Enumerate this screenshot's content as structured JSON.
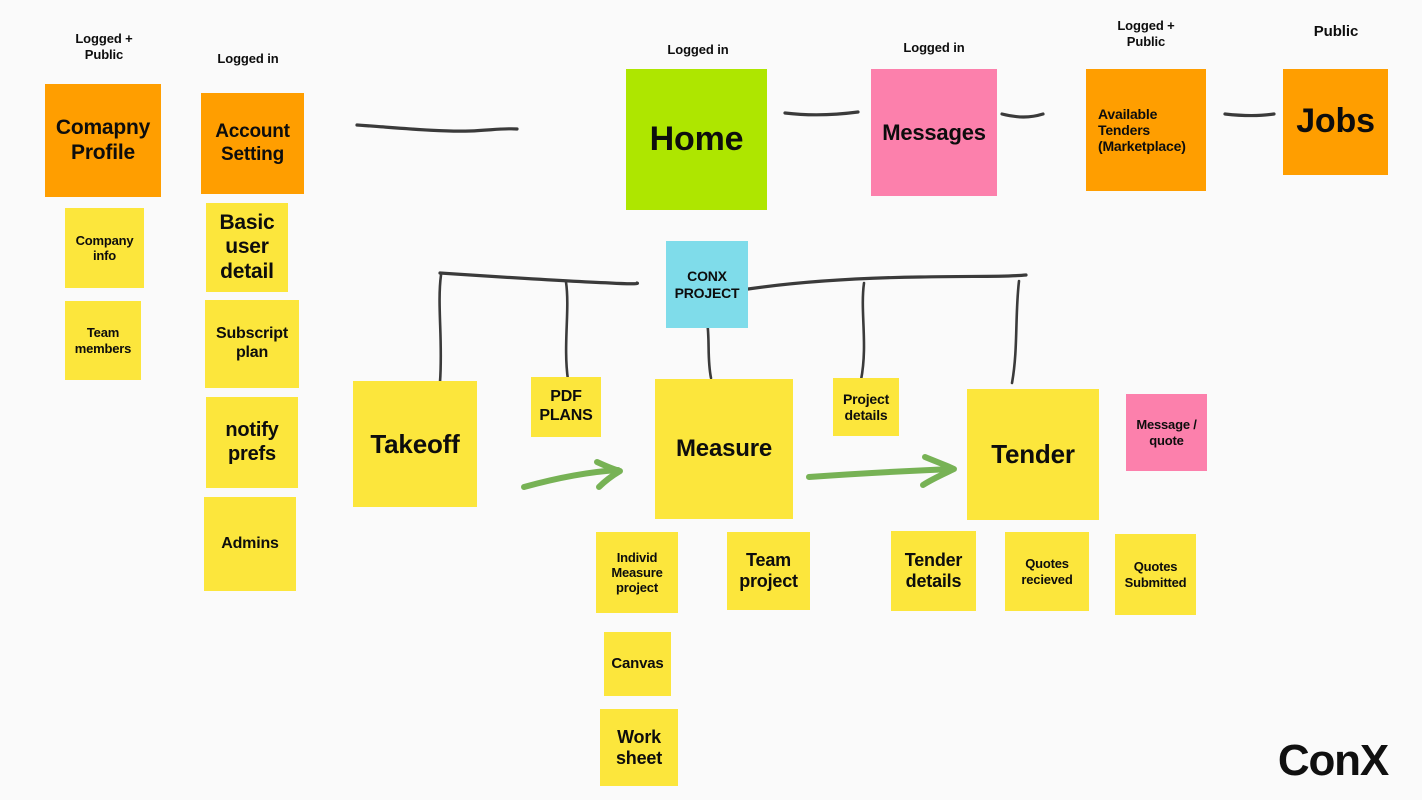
{
  "board": {
    "background": "#fafafa",
    "logo": "ConX"
  },
  "palette": {
    "orange": "#ff9e00",
    "yellow": "#fce63c",
    "green": "#aee600",
    "pink": "#fc80ac",
    "cyan": "#7fdcea",
    "ink": "#3a3a3a",
    "arrow_green": "#77b255",
    "text": "#0d0d0d"
  },
  "column_labels": [
    {
      "name": "label-logged-public-left",
      "text": "Logged +\nPublic",
      "size": "small"
    },
    {
      "name": "label-logged-in-account",
      "text": "Logged in",
      "size": "small"
    },
    {
      "name": "label-logged-in-home",
      "text": "Logged in",
      "size": "small"
    },
    {
      "name": "label-logged-in-messages",
      "text": "Logged in",
      "size": "small"
    },
    {
      "name": "label-logged-public-tenders",
      "text": "Logged +\nPublic",
      "size": "small"
    },
    {
      "name": "label-public-jobs",
      "text": "Public",
      "size": "big"
    }
  ],
  "notes": [
    {
      "name": "note-company-profile",
      "text": "Comapny\nProfile",
      "color": "orange",
      "size": 21
    },
    {
      "name": "note-company-info",
      "text": "Company\ninfo",
      "color": "yellow",
      "size": 13
    },
    {
      "name": "note-team-members",
      "text": "Team\nmembers",
      "color": "yellow",
      "size": 13
    },
    {
      "name": "note-account-setting",
      "text": "Account\nSetting",
      "color": "orange",
      "size": 19
    },
    {
      "name": "note-basic-user-detail",
      "text": "Basic\nuser\ndetail",
      "color": "yellow",
      "size": 21
    },
    {
      "name": "note-subscript-plan",
      "text": "Subscript\nplan",
      "color": "yellow",
      "size": 16
    },
    {
      "name": "note-notify-prefs",
      "text": "notify\nprefs",
      "color": "yellow",
      "size": 20
    },
    {
      "name": "note-admins",
      "text": "Admins",
      "color": "yellow",
      "size": 16
    },
    {
      "name": "note-home",
      "text": "Home",
      "color": "green",
      "size": 34
    },
    {
      "name": "note-messages",
      "text": "Messages",
      "color": "pink",
      "size": 22
    },
    {
      "name": "note-available-tenders",
      "text": "Available\nTenders\n(Marketplace)",
      "color": "orange",
      "size": 14
    },
    {
      "name": "note-jobs",
      "text": "Jobs",
      "color": "orange",
      "size": 34
    },
    {
      "name": "note-conx-project",
      "text": "CONX\nPROJECT",
      "color": "cyan",
      "size": 14
    },
    {
      "name": "note-takeoff",
      "text": "Takeoff",
      "color": "yellow",
      "size": 26
    },
    {
      "name": "note-pdf-plans",
      "text": "PDF\nPLANS",
      "color": "yellow",
      "size": 16
    },
    {
      "name": "note-measure",
      "text": "Measure",
      "color": "yellow",
      "size": 24
    },
    {
      "name": "note-project-details",
      "text": "Project\ndetails",
      "color": "yellow",
      "size": 14
    },
    {
      "name": "note-tender",
      "text": "Tender",
      "color": "yellow",
      "size": 26
    },
    {
      "name": "note-message-quote",
      "text": "Message /\nquote",
      "color": "pink",
      "size": 13
    },
    {
      "name": "note-individ-measure-project",
      "text": "Individ\nMeasure\nproject",
      "color": "yellow",
      "size": 13
    },
    {
      "name": "note-team-project",
      "text": "Team\nproject",
      "color": "yellow",
      "size": 18
    },
    {
      "name": "note-tender-details",
      "text": "Tender\ndetails",
      "color": "yellow",
      "size": 18
    },
    {
      "name": "note-quotes-recieved",
      "text": "Quotes\nrecieved",
      "color": "yellow",
      "size": 13
    },
    {
      "name": "note-quotes-submitted",
      "text": "Quotes\nSubmitted",
      "color": "yellow",
      "size": 13
    },
    {
      "name": "note-canvas",
      "text": "Canvas",
      "color": "yellow",
      "size": 15
    },
    {
      "name": "note-work-sheet",
      "text": "Work\nsheet",
      "color": "yellow",
      "size": 18
    }
  ],
  "connectors": [
    {
      "name": "connector-stray-line-left",
      "kind": "hand-drawn-line"
    },
    {
      "name": "connector-home-to-messages",
      "kind": "hand-drawn-line"
    },
    {
      "name": "connector-messages-to-tenders",
      "kind": "hand-drawn-line"
    },
    {
      "name": "connector-tenders-to-jobs",
      "kind": "hand-drawn-line"
    },
    {
      "name": "connector-conx-left-bus",
      "kind": "hand-drawn-line"
    },
    {
      "name": "connector-conx-right-bus",
      "kind": "hand-drawn-line"
    },
    {
      "name": "connector-drop-takeoff",
      "kind": "hand-drawn-line"
    },
    {
      "name": "connector-drop-pdf-plans",
      "kind": "hand-drawn-line"
    },
    {
      "name": "connector-drop-measure",
      "kind": "hand-drawn-line"
    },
    {
      "name": "connector-drop-project-details",
      "kind": "hand-drawn-line"
    },
    {
      "name": "connector-drop-tender",
      "kind": "hand-drawn-line"
    },
    {
      "name": "arrow-takeoff-to-measure",
      "kind": "green-arrow"
    },
    {
      "name": "arrow-measure-to-tender",
      "kind": "green-arrow"
    }
  ]
}
